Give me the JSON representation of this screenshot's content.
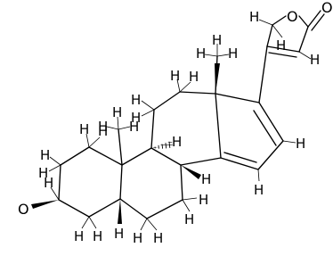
{
  "structure": {
    "hydrogen_label": "H",
    "oxygen_label": "O",
    "hydroxyl_label": "O",
    "atoms_visible": [
      "O",
      "O",
      "O",
      "H"
    ]
  },
  "colors": {
    "ink": "#000000",
    "background": "#ffffff"
  }
}
